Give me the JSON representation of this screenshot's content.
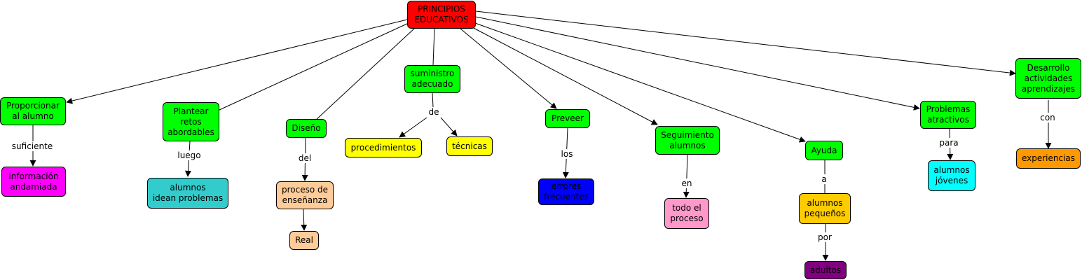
{
  "colors": {
    "root": "#ff0000",
    "concept": "#00ff00",
    "magenta": "#ff00ff",
    "teal": "#33cccc",
    "peach": "#ffcc99",
    "yellow": "#ffff00",
    "blue": "#0000ff",
    "pink": "#ff99cc",
    "gold": "#ffcc00",
    "purple": "#800080",
    "cyan": "#00ffff",
    "orange": "#ff9900"
  },
  "nodes": {
    "root": "PRINCIPIOS\nEDUCATIVOS",
    "proporcionar": "Proporcionar\nal alumno",
    "plantear": "Plantear\nretos\nabordables",
    "diseno": "Diseño",
    "suministro": "suministro\nadecuado",
    "preveer": "Preveer",
    "seguimiento": "Seguimiento\nalumnos",
    "ayuda": "Ayuda",
    "problemas": "Problemas\natractivos",
    "desarrollo": "Desarrollo\nactividades\naprendizajes",
    "informacion": "información\nandamiada",
    "idean": "alumnos\nidean problemas",
    "proceso": "proceso de\nenseñanza",
    "real": "Real",
    "procedimientos": "procedimientos",
    "tecnicas": "técnicas",
    "errores": "errores\nfrecuentes",
    "todo": "todo el\nproceso",
    "pequenos": "alumnos\npequeños",
    "adultos": "adultos",
    "jovenes": "alumnos\njóvenes",
    "experiencias": "experiencias"
  },
  "links": {
    "suficiente": "suficiente",
    "luego": "luego",
    "del": "del",
    "de": "de",
    "los": "los",
    "en": "en",
    "a": "a",
    "por": "por",
    "para": "para",
    "con": "con"
  }
}
